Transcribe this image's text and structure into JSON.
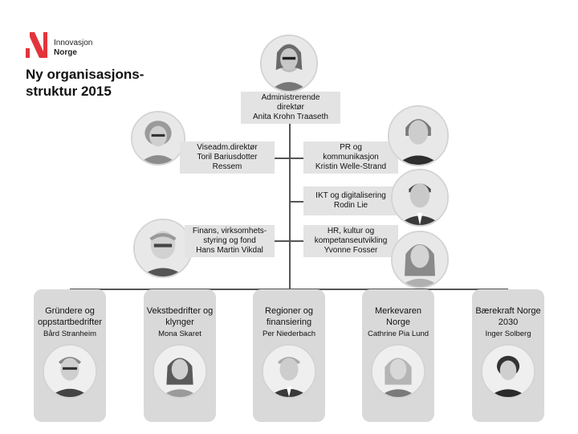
{
  "logo": {
    "line1": "Innovasjon",
    "line2": "Norge",
    "brand_color": "#e3343b"
  },
  "title": {
    "line1": "Ny organisasjons-",
    "line2": "struktur 2015"
  },
  "top_box": {
    "role1": "Administrerende",
    "role2": "direktør",
    "name": "Anita Krohn Traaseth"
  },
  "staff": [
    {
      "l1": "Viseadm.direktør",
      "l2": "Toril Bariusdotter",
      "l3": "Ressem"
    },
    {
      "l1": "PR og",
      "l2": "kommunikasjon",
      "l3": "Kristin Welle-Strand"
    },
    {
      "l1": "IKT og digitalisering",
      "l2": "Rodin Lie"
    },
    {
      "l1": "Finans, virksomhets-",
      "l2": "styring og fond",
      "l3": "Hans Martin Vikdal"
    },
    {
      "l1": "HR, kultur og",
      "l2": "kompetanseutvikling",
      "l3": "Yvonne Fosser"
    }
  ],
  "divisions": [
    {
      "t1": "Gründere og",
      "t2": "oppstartbedrifter",
      "name": "Bård Stranheim"
    },
    {
      "t1": "Vekstbedrifter og",
      "t2": "klynger",
      "name": "Mona Skaret"
    },
    {
      "t1": "Regioner og",
      "t2": "finansiering",
      "name": "Per Niederbach"
    },
    {
      "t1": "Merkevaren",
      "t2": "Norge",
      "name": "Cathrine Pia Lund"
    },
    {
      "t1": "Bærekraft Norge",
      "t2": "2030",
      "name": "Inger Solberg"
    }
  ],
  "colors": {
    "box_bg": "#e3e3e3",
    "card_bg": "#d9d9d9",
    "line": "#555555"
  }
}
